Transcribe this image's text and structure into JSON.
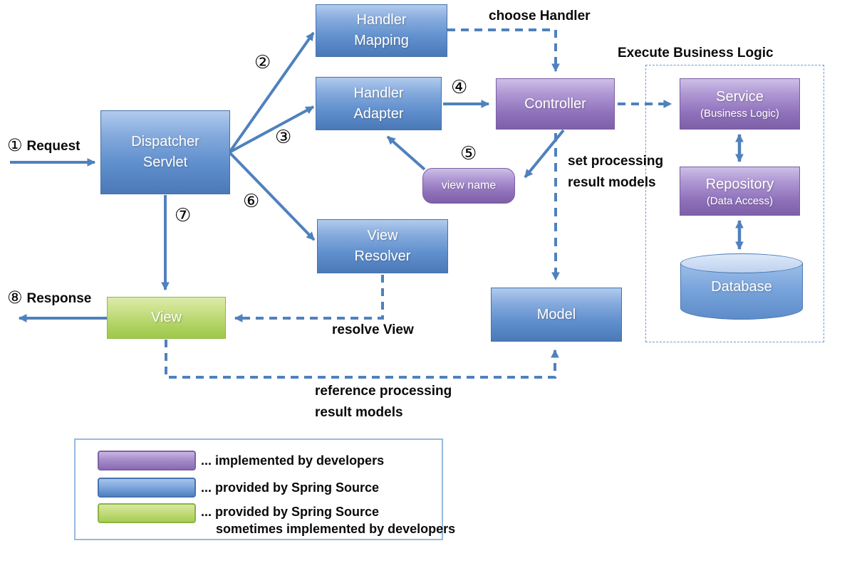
{
  "nodes": {
    "dispatcher": {
      "line1": "Dispatcher",
      "line2": "Servlet"
    },
    "handler_mapping": {
      "line1": "Handler",
      "line2": "Mapping"
    },
    "handler_adapter": {
      "line1": "Handler",
      "line2": "Adapter"
    },
    "controller": {
      "label": "Controller"
    },
    "view_name": {
      "label": "view name"
    },
    "view_resolver": {
      "line1": "View",
      "line2": "Resolver"
    },
    "view": {
      "label": "View"
    },
    "model": {
      "label": "Model"
    },
    "service": {
      "label": "Service",
      "sublabel": "(Business Logic)"
    },
    "repository": {
      "label": "Repository",
      "sublabel": "(Data Access)"
    },
    "database": {
      "label": "Database"
    }
  },
  "annotations": {
    "request": {
      "num": "①",
      "text": "Request"
    },
    "response": {
      "num": "⑧",
      "text": "Response"
    },
    "choose_handler": "choose Handler",
    "execute_business_logic": "Execute Business Logic",
    "set_processing_line1": "set processing",
    "set_processing_line2": "result models",
    "resolve_view": "resolve View",
    "reference_processing_line1": "reference processing",
    "reference_processing_line2": "result models"
  },
  "steps": {
    "s2": "②",
    "s3": "③",
    "s4": "④",
    "s5": "⑤",
    "s6": "⑥",
    "s7": "⑦"
  },
  "legend": {
    "items": [
      {
        "swatch_hex": "#8064a2",
        "label": "... implemented by developers"
      },
      {
        "swatch_hex": "#4f81bd",
        "label": "... provided by Spring Source"
      },
      {
        "swatch_hex": "#9bbb59",
        "label": "... provided by Spring Source",
        "label2": "sometimes implemented by developers"
      }
    ]
  },
  "colors": {
    "arrow": "#4f81bd",
    "blue_box": "#4f81bd",
    "purple_box": "#8064a2",
    "green_box": "#9bbb59",
    "dotted_container": "#6e9bd2"
  }
}
